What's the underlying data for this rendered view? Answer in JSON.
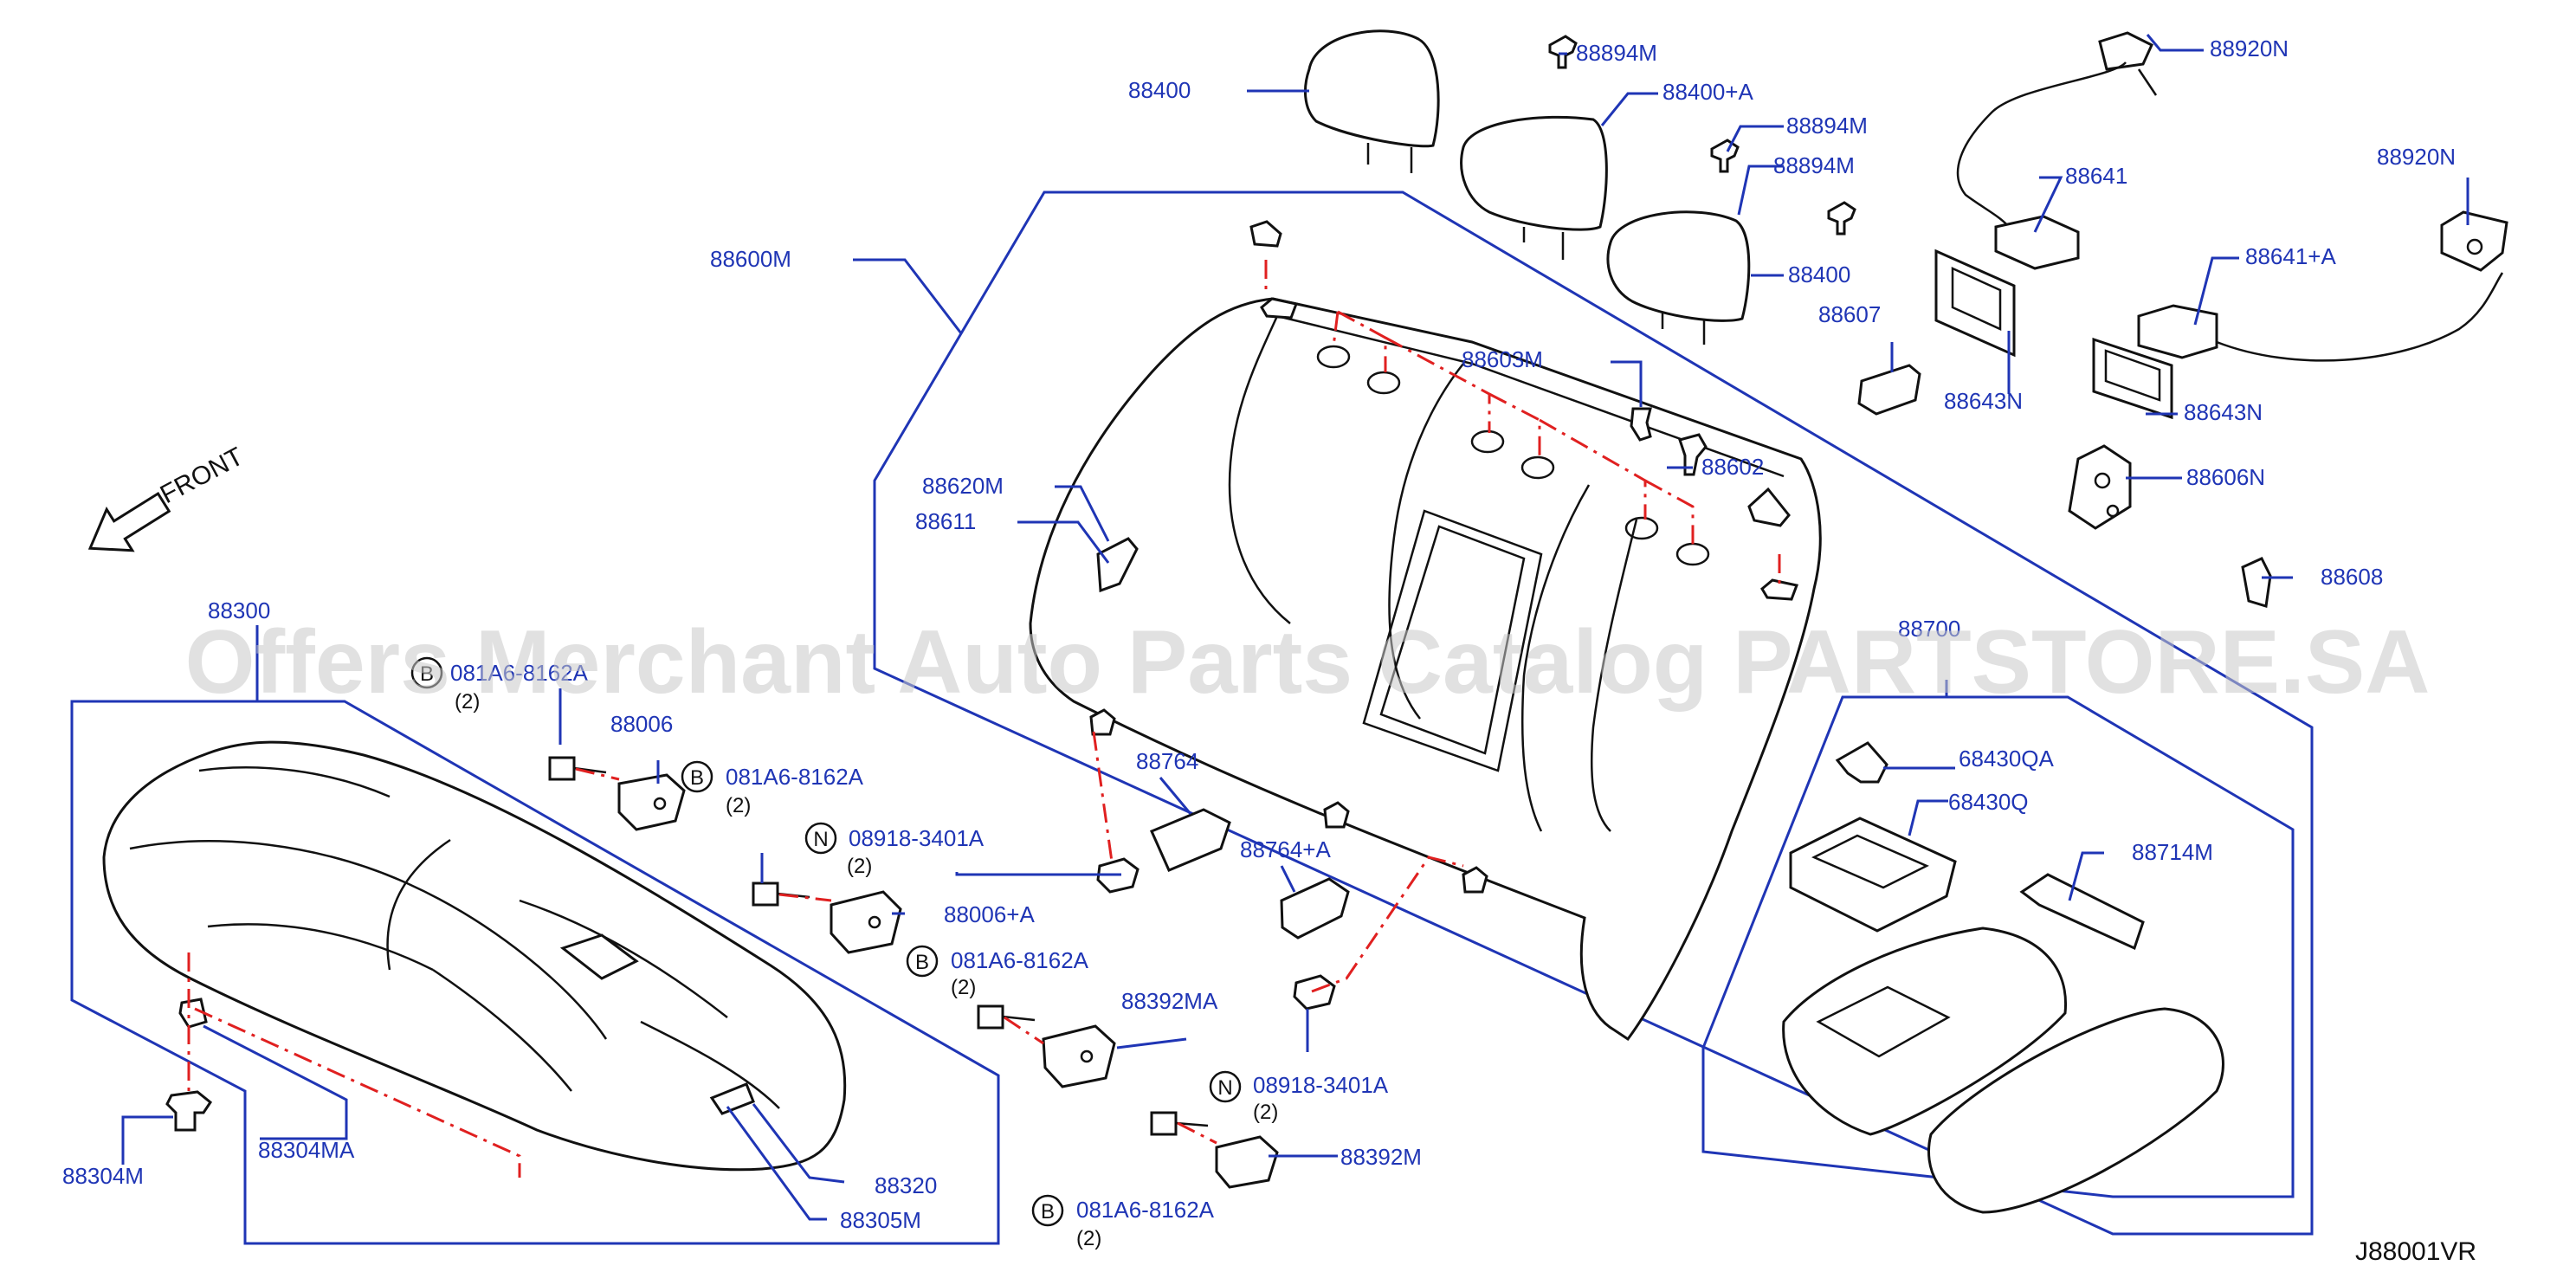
{
  "watermark": "Offers Merchant Auto Parts Catalog PARTSTORE.SA",
  "diagram_code": "J88001VR",
  "front_label": "FRONT",
  "parts": {
    "p88400_top": "88400",
    "p88894M_1": "88894M",
    "p88400A": "88400+A",
    "p88894M_2": "88894M",
    "p88894M_3": "88894M",
    "p88400_right": "88400",
    "p88920N_1": "88920N",
    "p88641": "88641",
    "p88920N_2": "88920N",
    "p88641A": "88641+A",
    "p88607": "88607",
    "p88643N_1": "88643N",
    "p88643N_2": "88643N",
    "p88600M": "88600M",
    "p88603M": "88603M",
    "p88602": "88602",
    "p88606N": "88606N",
    "p88620M": "88620M",
    "p88611": "88611",
    "p88608": "88608",
    "p88700": "88700",
    "p88300": "88300",
    "p88006": "88006",
    "p88006A": "88006+A",
    "p88764": "88764",
    "p88764A": "88764+A",
    "p68430QA": "68430QA",
    "p68430Q": "68430Q",
    "p88714M": "88714M",
    "p88392MA": "88392MA",
    "p88392M": "88392M",
    "p88304M": "88304M",
    "p88304MA": "88304MA",
    "p88320": "88320",
    "p88305M": "88305M"
  },
  "fasteners": {
    "b1": {
      "symbol": "B",
      "code": "081A6-8162A",
      "qty": "(2)"
    },
    "b2": {
      "symbol": "B",
      "code": "081A6-8162A",
      "qty": "(2)"
    },
    "n1": {
      "symbol": "N",
      "code": "08918-3401A",
      "qty": "(2)"
    },
    "b3": {
      "symbol": "B",
      "code": "081A6-8162A",
      "qty": "(2)"
    },
    "n2": {
      "symbol": "N",
      "code": "08918-3401A",
      "qty": "(2)"
    },
    "b4": {
      "symbol": "B",
      "code": "081A6-8162A",
      "qty": "(2)"
    }
  }
}
